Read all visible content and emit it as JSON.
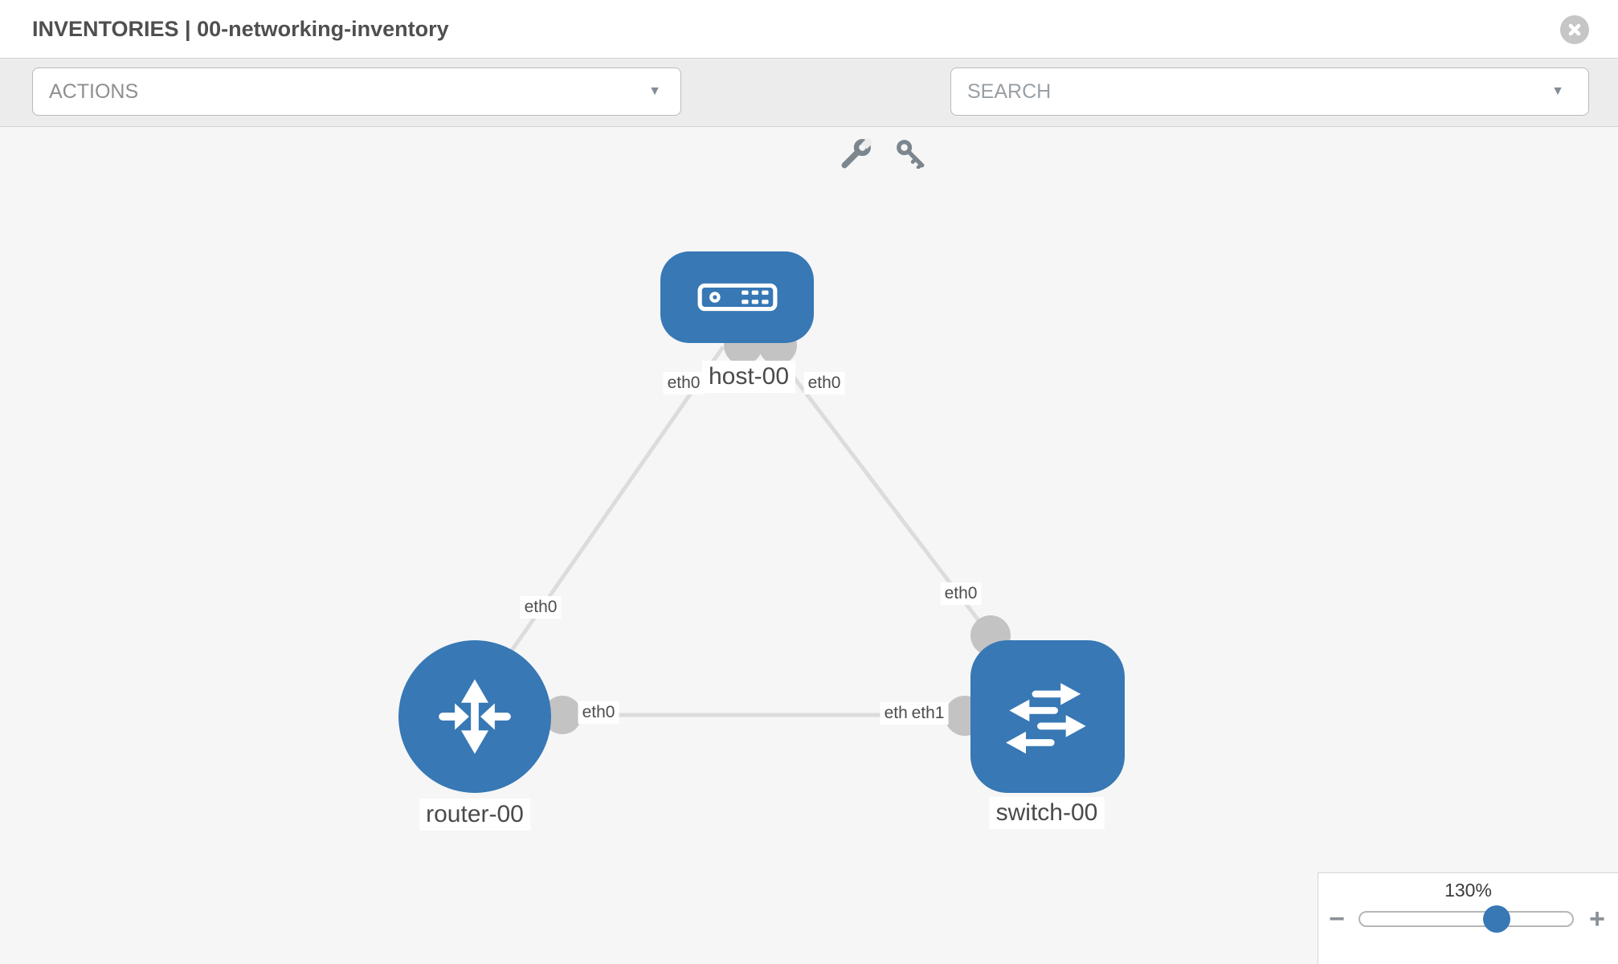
{
  "header": {
    "title": "INVENTORIES | 00-networking-inventory"
  },
  "toolbar": {
    "actions_label": "ACTIONS",
    "search_placeholder": "SEARCH"
  },
  "topology": {
    "nodes": [
      {
        "id": "host-00",
        "type": "host",
        "label": "host-00"
      },
      {
        "id": "router-00",
        "type": "router",
        "label": "router-00"
      },
      {
        "id": "switch-00",
        "type": "switch",
        "label": "switch-00"
      }
    ],
    "links": [
      {
        "from": "host-00",
        "from_interface": "eth0",
        "to": "router-00",
        "to_interface": "eth0"
      },
      {
        "from": "host-00",
        "from_interface": "eth0",
        "to": "switch-00",
        "to_interface": "eth0"
      },
      {
        "from": "router-00",
        "from_interface": "eth0",
        "to": "switch-00",
        "to_interface": "eth1"
      }
    ]
  },
  "interface_labels": {
    "host_left": "eth0",
    "host_right": "eth0",
    "router_top": "eth0",
    "switch_top": "eth0",
    "mid_router_end": "eth0",
    "mid_switch_end_under": "eth0",
    "mid_switch_end_over": "eth1"
  },
  "zoom_control": {
    "level": "130%",
    "zoom_out": "−",
    "zoom_in": "+"
  },
  "colors": {
    "node_blue": "#3778b5",
    "link_gray": "#dcdcdc",
    "interface_gray": "#c3c3c3",
    "canvas_bg": "#f6f6f6",
    "toolbar_bg": "#ececec",
    "title_gray": "#4f4f4f"
  }
}
